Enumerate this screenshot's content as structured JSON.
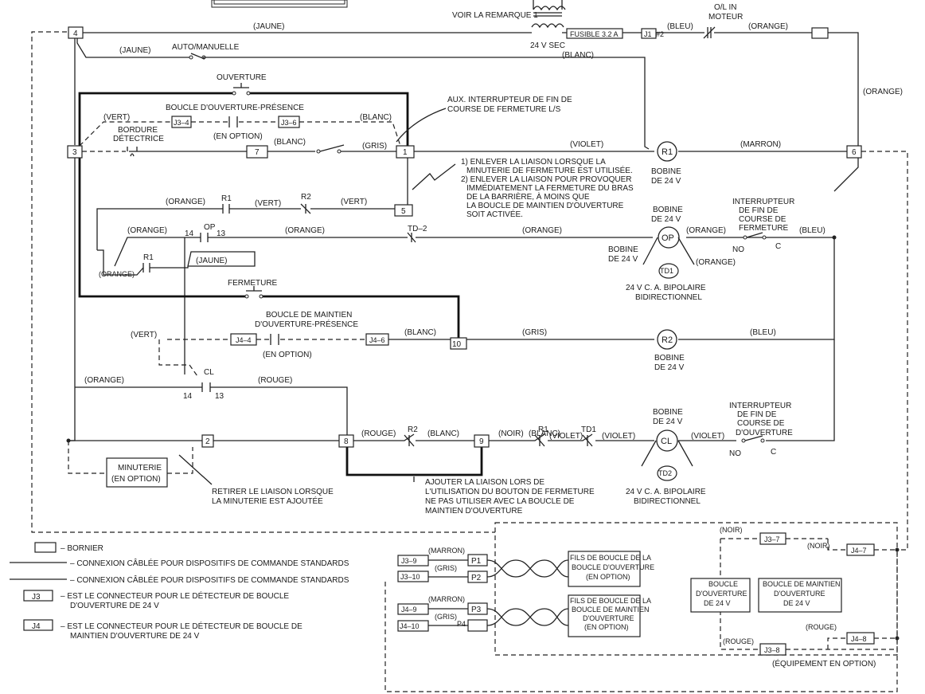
{
  "colors": {
    "wire": "#222222",
    "background": "#ffffff"
  },
  "terminals": {
    "t1": "1",
    "t2": "2",
    "t3": "3",
    "t4": "4",
    "t5": "5",
    "t6": "6",
    "t7": "7",
    "t8": "8",
    "t9": "9",
    "t10": "10"
  },
  "connectors": {
    "j3_4": "J3–4",
    "j3_6": "J3–6",
    "j4_4": "J4–4",
    "j4_6": "J4–6",
    "j1": "J1",
    "j3_7": "J3–7",
    "j3_8": "J3–8",
    "j4_7": "J4–7",
    "j4_8": "J4–8",
    "j3_9": "J3–9",
    "j3_10": "J3–10",
    "j4_9": "J4–9",
    "j4_10": "J4–10"
  },
  "pins": {
    "p1": "P1",
    "p2": "P2",
    "p3": "P3",
    "p4": "P4"
  },
  "wire_colors": {
    "jaune": "(JAUNE)",
    "bleu": "(BLEU)",
    "orange": "(ORANGE)",
    "blanc": "(BLANC)",
    "vert": "(VERT)",
    "gris": "(GRIS)",
    "violet": "(VIOLET)",
    "marron": "(MARRON)",
    "rouge": "(ROUGE)",
    "noir": "(NOIR)"
  },
  "labels": {
    "voir_remarque": "VOIR LA REMARQUE 1",
    "fusible": "FUSIBLE 3.2 A",
    "sec": "24 V SEC",
    "ol_moteur_1": "O/L IN",
    "ol_moteur_2": "MOTEUR",
    "auto_manuelle": "AUTO/MANUELLE",
    "ouverture": "OUVERTURE",
    "boucle_ouv_presence": "BOUCLE D'OUVERTURE-PRÉSENCE",
    "en_option": "(EN OPTION)",
    "bordure_1": "BORDURE",
    "bordure_2": "DÉTECTRICE",
    "aux_1": "AUX. INTERRUPTEUR DE FIN DE",
    "aux_2": "COURSE DE FERMETURE L/S",
    "note1_1": "1) ENLEVER LA LIAISON LORSQUE LA",
    "note1_2": "MINUTERIE DE FERMETURE EST UTILISÉE.",
    "note1_3": "2) ENLEVER LA LIAISON POUR PROVOQUER",
    "note1_4": "IMMÉDIATEMENT LA FERMETURE DU BRAS",
    "note1_5": "DE LA BARRIÈRE, À MOINS QUE",
    "note1_6": "LA BOUCLE DE MAINTIEN D'OUVERTURE",
    "note1_7": "SOIT ACTIVÉE.",
    "bobine_1": "BOBINE",
    "bobine_2": "DE 24 V",
    "bobine_inline": "BOBINE",
    "int_fin_1": "INTERRUPTEUR",
    "int_fin_2": "DE FIN DE",
    "int_fin_3": "COURSE DE",
    "int_fin_4": "FERMETURE",
    "int_fin_ouv_4": "D'OUVERTURE",
    "no": "NO",
    "c": "C",
    "bipolaire_1": "24 V C. A. BIPOLAIRE",
    "bipolaire_2": "BIDIRECTIONNEL",
    "fermeture": "FERMETURE",
    "boucle_maintien_1": "BOUCLE DE MAINTIEN",
    "boucle_maintien_2": "D'OUVERTURE-PRÉSENCE",
    "minuterie_1": "MINUTERIE",
    "minuterie_2": "(EN OPTION)",
    "retirer_1": "RETIRER LE LIAISON LORSQUE",
    "retirer_2": "LA MINUTERIE EST AJOUTÉE",
    "ajouter_1": "AJOUTER LA LIAISON LORS DE",
    "ajouter_2": "L'UTILISATION DU BOUTON DE FERMETURE",
    "ajouter_3": "NE PAS UTILISER AVEC LA BOUCLE DE",
    "ajouter_4": "MAINTIEN D'OUVERTURE",
    "fils_ouv_1": "FILS DE BOUCLE DE LA",
    "fils_ouv_2": "BOUCLE D'OUVERTURE",
    "fils_ouv_3": "(EN OPTION)",
    "fils_maint_1": "FILS DE BOUCLE DE LA",
    "fils_maint_2": "BOUCLE DE MAINTIEN",
    "fils_maint_3": "D'OUVERTURE",
    "fils_maint_4": "(EN OPTION)",
    "boucle_ouv_1": "BOUCLE",
    "boucle_ouv_2": "D'OUVERTURE",
    "boucle_ouv_3": "DE 24 V",
    "boucle_maint_1": "BOUCLE DE MAINTIEN",
    "boucle_maint_2": "D'OUVERTURE",
    "boucle_maint_3": "DE 24 V",
    "equipement": "(ÉQUIPEMENT EN OPTION)",
    "r1": "R1",
    "r2": "R2",
    "op": "OP",
    "cl": "CL",
    "td1": "TD1",
    "td2": "TD2",
    "td2_contact": "TD–2",
    "n14": "14",
    "n13": "13"
  },
  "legend": {
    "bornier": "– BORNIER",
    "cable1": "– CONNEXION CÂBLÉE POUR DISPOSITIFS DE COMMANDE STANDARDS",
    "cable2": "– CONNEXION CÂBLÉE POUR DISPOSITIFS DE COMMANDE STANDARDS",
    "j3_box": "J3",
    "j3_1": "– EST LE CONNECTEUR POUR LE DÉTECTEUR DE BOUCLE",
    "j3_2": "D'OUVERTURE DE 24 V",
    "j4_box": "J4",
    "j4_1": "– EST LE CONNECTEUR POUR LE DÉTECTEUR DE BOUCLE DE",
    "j4_2": "MAINTIEN D'OUVERTURE DE 24 V"
  }
}
